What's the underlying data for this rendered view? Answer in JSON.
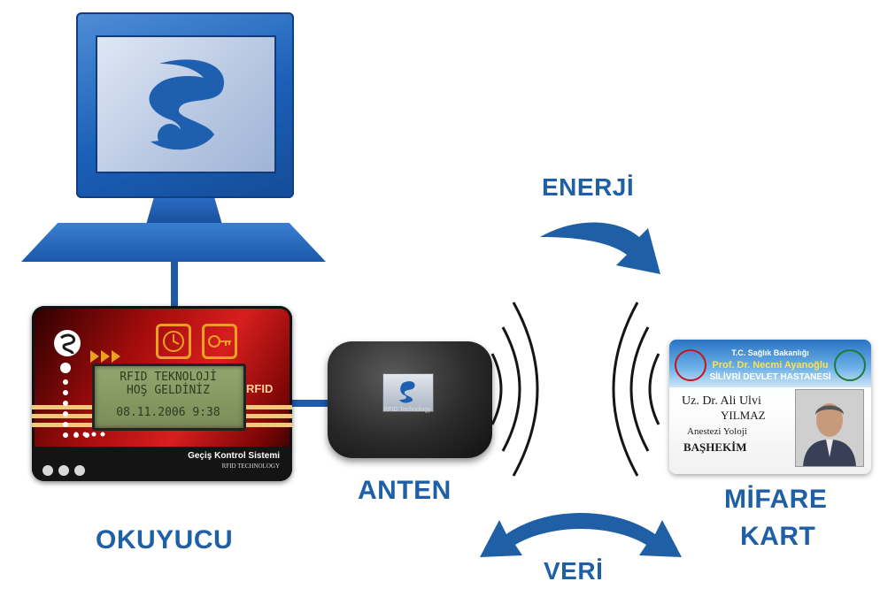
{
  "labels": {
    "reader": "OKUYUCU",
    "antenna": "ANTEN",
    "card_line1": "MİFARE",
    "card_line2": "KART",
    "energy": "ENERJİ",
    "data": "VERİ"
  },
  "reader": {
    "lcd_line1": "RFID TEKNOLOJİ",
    "lcd_line2": "HOŞ GELDİNİZ",
    "lcd_line3": "08.11.2006 9:38",
    "side_label": "RFID",
    "brand": "Geçiş Kontrol Sistemi",
    "sub_brand": "RFID TECHNOLOGY"
  },
  "antenna": {
    "brand": "RFID Technology"
  },
  "card": {
    "ministry": "T.C. Sağlık Bakanlığı",
    "hospital_line1": "Prof. Dr. Necmi Ayanoğlu",
    "hospital_line2": "SİLİVRİ DEVLET HASTANESİ",
    "name_line1": "Uz. Dr. Ali Ulvi",
    "name_line2": "YILMAZ",
    "department": "Anestezi Yoloji",
    "title": "BAŞHEKİM"
  },
  "colors": {
    "accent": "#1f5fa6",
    "reader_red": "#c8141a",
    "reader_gold": "#e8a21f"
  },
  "icons": [
    "company-logo-icon",
    "clock-icon",
    "key-icon",
    "signal-wave-icon",
    "curved-arrow-icon"
  ]
}
